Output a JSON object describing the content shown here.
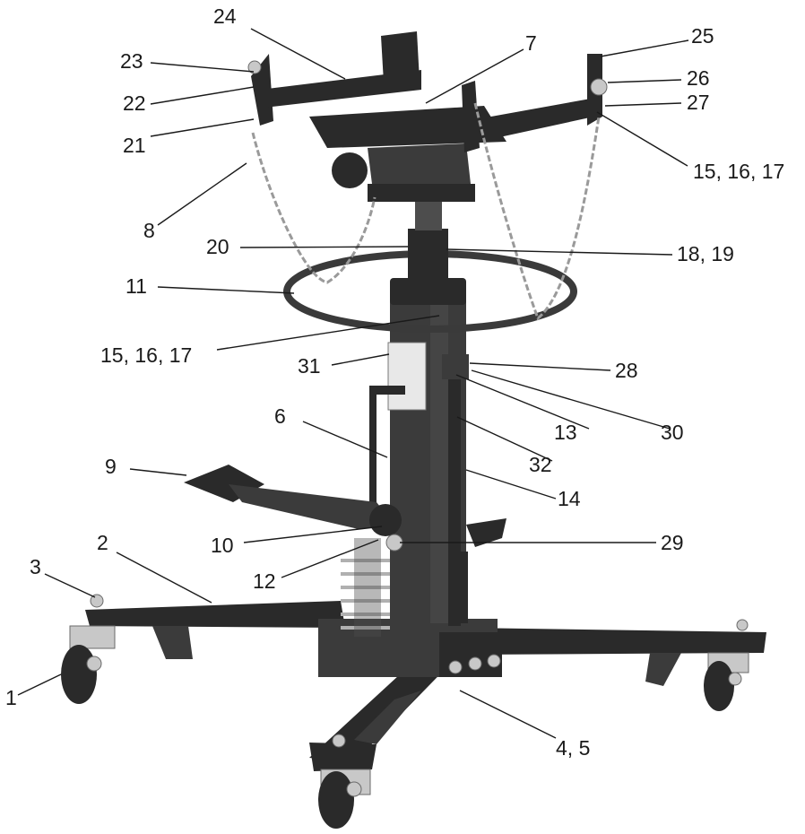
{
  "callouts": [
    {
      "id": "c24",
      "text": "24"
    },
    {
      "id": "c7",
      "text": "7"
    },
    {
      "id": "c25",
      "text": "25"
    },
    {
      "id": "c23",
      "text": "23"
    },
    {
      "id": "c26",
      "text": "26"
    },
    {
      "id": "c22",
      "text": "22"
    },
    {
      "id": "c27",
      "text": "27"
    },
    {
      "id": "c21",
      "text": "21"
    },
    {
      "id": "c15r",
      "text": "15, 16, 17"
    },
    {
      "id": "c8",
      "text": "8"
    },
    {
      "id": "c20",
      "text": "20"
    },
    {
      "id": "c18",
      "text": "18, 19"
    },
    {
      "id": "c11",
      "text": "11"
    },
    {
      "id": "c15l",
      "text": "15, 16, 17"
    },
    {
      "id": "c31",
      "text": "31"
    },
    {
      "id": "c28",
      "text": "28"
    },
    {
      "id": "c6",
      "text": "6"
    },
    {
      "id": "c13",
      "text": "13"
    },
    {
      "id": "c30",
      "text": "30"
    },
    {
      "id": "c32",
      "text": "32"
    },
    {
      "id": "c9",
      "text": "9"
    },
    {
      "id": "c14",
      "text": "14"
    },
    {
      "id": "c2",
      "text": "2"
    },
    {
      "id": "c10",
      "text": "10"
    },
    {
      "id": "c29",
      "text": "29"
    },
    {
      "id": "c3",
      "text": "3"
    },
    {
      "id": "c12",
      "text": "12"
    },
    {
      "id": "c1",
      "text": "1"
    },
    {
      "id": "c4",
      "text": "4, 5"
    }
  ]
}
